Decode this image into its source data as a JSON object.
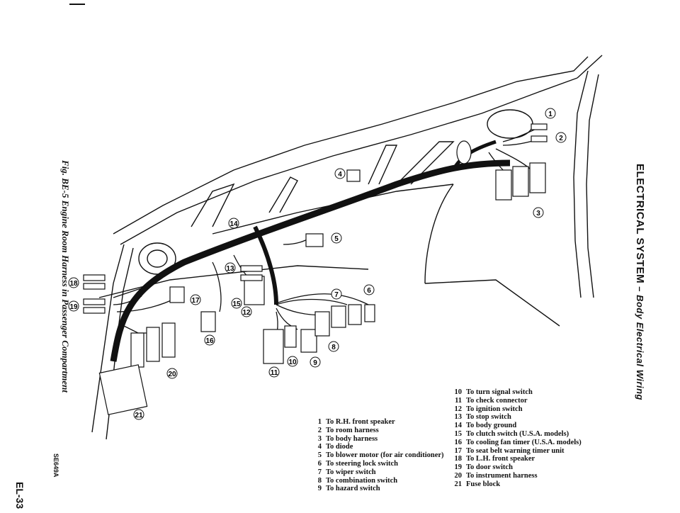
{
  "header": {
    "section": "ELECTRICAL SYSTEM",
    "subsection": " – Body Electrical Wiring"
  },
  "figure": {
    "caption": "Fig. BE-5 Engine Room Harness in Passenger Compartment",
    "code": "SE649A"
  },
  "page_number": "EL-33",
  "legend": [
    {
      "num": "1",
      "text": "To R.H. front speaker"
    },
    {
      "num": "2",
      "text": "To room harness"
    },
    {
      "num": "3",
      "text": "To body harness"
    },
    {
      "num": "4",
      "text": "To diode"
    },
    {
      "num": "5",
      "text": "To blower motor (for air conditioner)"
    },
    {
      "num": "6",
      "text": "To steering lock switch"
    },
    {
      "num": "7",
      "text": "To wiper switch"
    },
    {
      "num": "8",
      "text": "To combination switch"
    },
    {
      "num": "9",
      "text": "To hazard switch"
    },
    {
      "num": "10",
      "text": "To turn signal switch"
    },
    {
      "num": "11",
      "text": "To check connector"
    },
    {
      "num": "12",
      "text": "To ignition switch"
    },
    {
      "num": "13",
      "text": "To stop switch"
    },
    {
      "num": "14",
      "text": "To body ground"
    },
    {
      "num": "15",
      "text": "To clutch switch (U.S.A. models)"
    },
    {
      "num": "16",
      "text": "To cooling fan timer (U.S.A. models)"
    },
    {
      "num": "17",
      "text": "To seat belt warning timer unit"
    },
    {
      "num": "18",
      "text": "To L.H. front speaker"
    },
    {
      "num": "19",
      "text": "To door switch"
    },
    {
      "num": "20",
      "text": "To instrument harness"
    },
    {
      "num": "21",
      "text": "Fuse block"
    }
  ],
  "callouts": [
    "1",
    "2",
    "3",
    "4",
    "5",
    "6",
    "7",
    "8",
    "9",
    "10",
    "11",
    "12",
    "13",
    "14",
    "15",
    "16",
    "17",
    "18",
    "19",
    "20",
    "21"
  ]
}
